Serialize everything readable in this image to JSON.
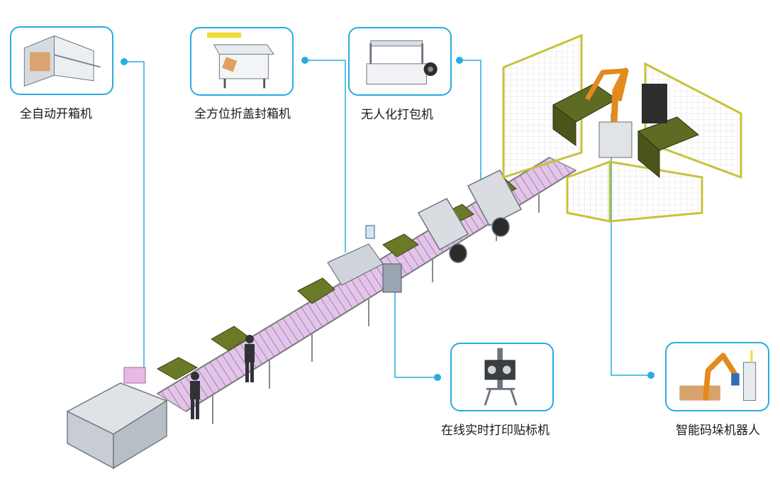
{
  "colors": {
    "accent": "#29abe2",
    "conveyor": "#d9b8e0",
    "box": "#5e6b22",
    "robot": "#e38a1e",
    "fence": "#c8c23a"
  },
  "machines": [
    {
      "id": "carton-erector",
      "label": "全自动开箱机",
      "icon": "carton-erector-icon"
    },
    {
      "id": "case-sealer",
      "label": "全方位折盖封箱机",
      "icon": "case-sealer-icon"
    },
    {
      "id": "strapping",
      "label": "无人化打包机",
      "icon": "strapping-machine-icon"
    },
    {
      "id": "labeler",
      "label": "在线实时打印贴标机",
      "icon": "label-printer-icon"
    },
    {
      "id": "palletizer",
      "label": "智能码垛机器人",
      "icon": "palletizing-robot-icon"
    }
  ]
}
